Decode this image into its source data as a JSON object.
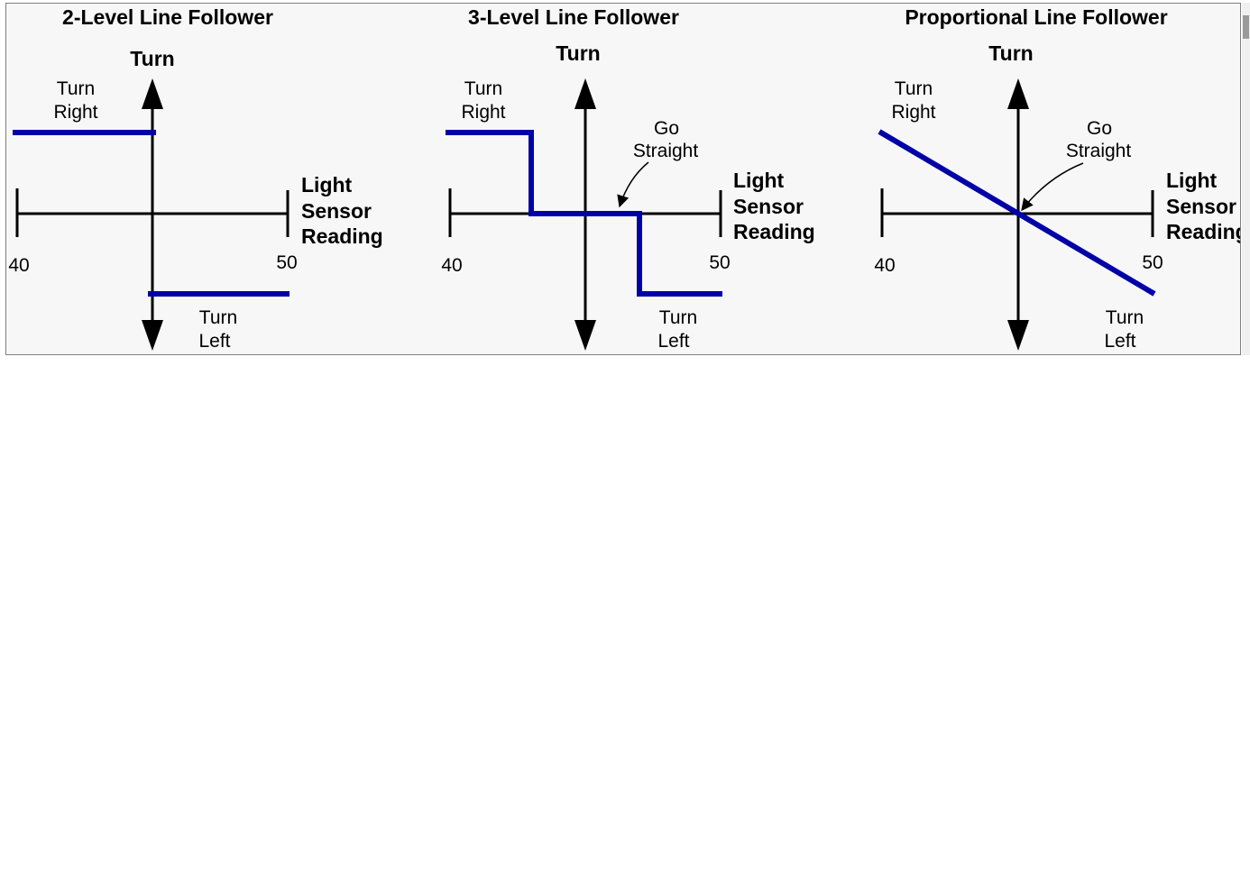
{
  "colors": {
    "curve": "#0000a8",
    "axis": "#000000",
    "background": "#f7f7f7"
  },
  "panels": [
    {
      "id": "two-level",
      "title": "2-Level Line Follower",
      "y_axis_label": "Turn",
      "x_axis_label_lines": [
        "Light",
        "Sensor",
        "Reading"
      ],
      "x_min_label": "40",
      "x_max_label": "50",
      "top_label_lines": [
        "Turn",
        "Right"
      ],
      "bottom_label_lines": [
        "Turn",
        "Left"
      ]
    },
    {
      "id": "three-level",
      "title": "3-Level Line Follower",
      "y_axis_label": "Turn",
      "x_axis_label_lines": [
        "Light",
        "Sensor",
        "Reading"
      ],
      "x_min_label": "40",
      "x_max_label": "50",
      "top_label_lines": [
        "Turn",
        "Right"
      ],
      "bottom_label_lines": [
        "Turn",
        "Left"
      ],
      "middle_label_lines": [
        "Go",
        "Straight"
      ]
    },
    {
      "id": "proportional",
      "title": "Proportional Line Follower",
      "y_axis_label": "Turn",
      "x_axis_label_lines": [
        "Light",
        "Sensor",
        "Reading"
      ],
      "x_min_label": "40",
      "x_max_label": "50",
      "top_label_lines": [
        "Turn",
        "Right"
      ],
      "bottom_label_lines": [
        "Turn",
        "Left"
      ],
      "middle_label_lines": [
        "Go",
        "Straight"
      ]
    }
  ]
}
